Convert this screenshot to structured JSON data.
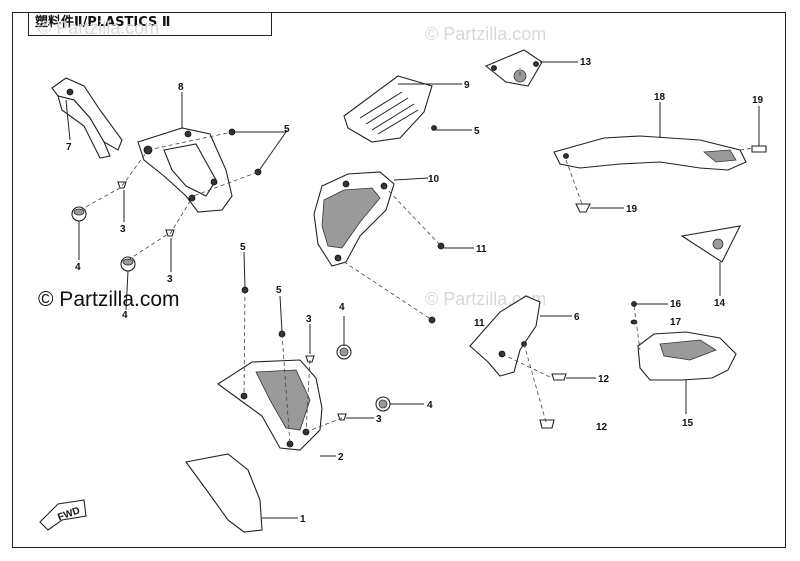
{
  "title": "塑料件Ⅱ/PLASTICS Ⅱ",
  "watermark_main": "© Partzilla.com",
  "watermark_faint": "© Partzilla.com",
  "fwd_label": "FWD",
  "callouts": [
    "1",
    "2",
    "3",
    "4",
    "5",
    "6",
    "7",
    "8",
    "9",
    "10",
    "11",
    "12",
    "13",
    "14",
    "15",
    "16",
    "17",
    "18",
    "19"
  ]
}
